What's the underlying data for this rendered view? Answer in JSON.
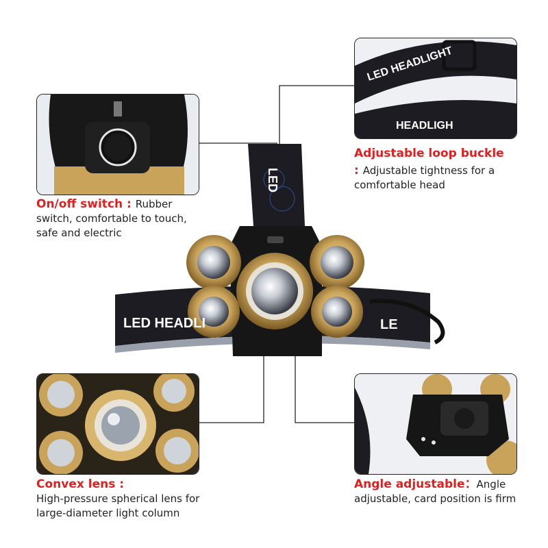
{
  "features": {
    "switch": {
      "title": "On/off switch",
      "separator": " : ",
      "description": "Rubber switch, comfortable to touch, safe and electric"
    },
    "buckle": {
      "title": "Adjustable loop buckle",
      "separator": ": ",
      "description": "Adjustable tightness for a comfortable head"
    },
    "lens": {
      "title": "Convex lens",
      "separator": " :",
      "description": "High-pressure spherical lens for large-diameter light column"
    },
    "angle": {
      "title": "Angle adjustable",
      "separator": "：",
      "description": "Angle adjustable, card position is firm"
    }
  },
  "strap_text": {
    "main_left": "LED HEADLI",
    "main_right": "LE",
    "top": "LED",
    "buckle_photo_top": "LED HEADLIGHT",
    "buckle_photo_bottom": "HEADLIGH"
  },
  "colors": {
    "accent": "#e02020",
    "gold": "#c9a35a",
    "strap": "#1c1c22"
  }
}
